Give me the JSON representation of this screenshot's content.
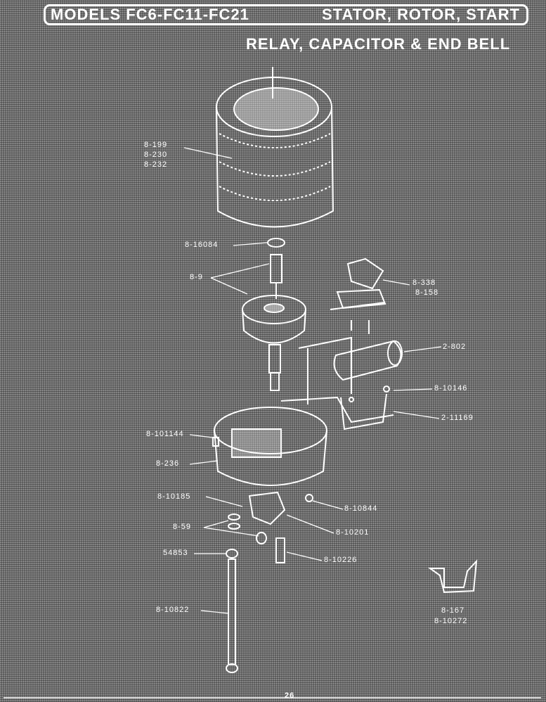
{
  "header": {
    "models": "MODELS FC6-FC11-FC21",
    "title_line1": "STATOR, ROTOR, START",
    "title_line2": "RELAY, CAPACITOR & END BELL"
  },
  "parts": {
    "stator": [
      "8-199",
      "8-230",
      "8-232"
    ],
    "washer_top": "8-16084",
    "shaft_key": "8-9",
    "relay": [
      "8-338",
      "8-158"
    ],
    "capacitor": "2-802",
    "screw_relay": "8-10146",
    "bracket": "2-11169",
    "endbell_screw": "8-101144",
    "end_bell": "8-236",
    "bearing_screw": "8-10185",
    "nut_right": "8-10844",
    "lock_washers": "8-59",
    "bolt_mid": "8-10201",
    "thrust": "54853",
    "bolt_short": "8-10226",
    "long_bolt": "8-10822",
    "clip": [
      "8-167",
      "8-10272"
    ]
  },
  "page_number": "26"
}
